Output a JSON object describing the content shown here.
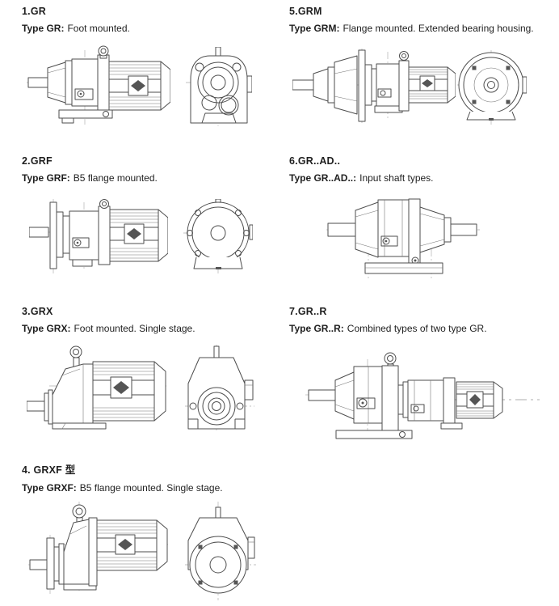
{
  "page": {
    "background": "#ffffff",
    "text_color": "#1f1f1f",
    "line_color": "#4d4d4d",
    "centerline_color": "#c2c2c2"
  },
  "sections": [
    {
      "heading": "1.GR",
      "label": "Type GR:",
      "text": "Foot mounted.",
      "drawings": [
        "gr-side-view",
        "gr-front-view"
      ]
    },
    {
      "heading": "2.GRF",
      "label": "Type GRF:",
      "text": "B5 flange mounted.",
      "drawings": [
        "grf-side-view",
        "grf-front-view"
      ]
    },
    {
      "heading": "3.GRX",
      "label": "Type GRX:",
      "text": "Foot mounted. Single stage.",
      "drawings": [
        "grx-side-view",
        "grx-front-view"
      ]
    },
    {
      "heading": "4. GRXF 型",
      "label": "Type GRXF:",
      "text": "B5 flange mounted. Single stage.",
      "drawings": [
        "grxf-side-view",
        "grxf-front-view"
      ]
    },
    {
      "heading": "5.GRM",
      "label": "Type GRM:",
      "text": "Flange mounted. Extended bearing housing.",
      "drawings": [
        "grm-side-view",
        "grm-front-view"
      ]
    },
    {
      "heading": "6.GR..AD..",
      "label": "Type GR..AD..:",
      "text": "Input shaft types.",
      "drawings": [
        "gr-ad-side-view"
      ]
    },
    {
      "heading": "7.GR..R",
      "label": "Type GR..R:",
      "text": "Combined types of two type GR.",
      "drawings": [
        "gr-r-side-view"
      ]
    }
  ]
}
